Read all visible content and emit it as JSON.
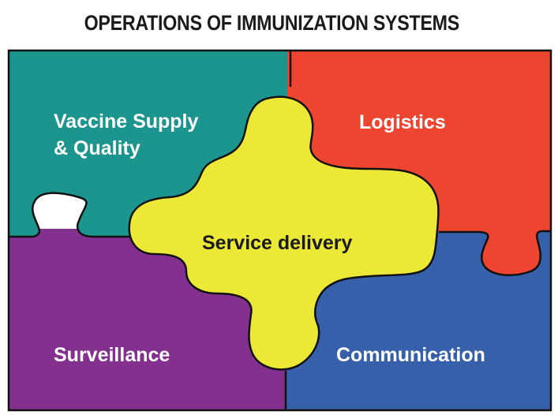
{
  "title": "OPERATIONS OF IMMUNIZATION SYSTEMS",
  "pieces": {
    "vaccine": {
      "label_line1": "Vaccine Supply",
      "label_line2": "& Quality",
      "color": "#1b958e"
    },
    "logistics": {
      "label": "Logistics",
      "color": "#ee4530"
    },
    "surveillance": {
      "label": "Surveillance",
      "color": "#84308f"
    },
    "communication": {
      "label": "Communication",
      "color": "#3760ab"
    },
    "service": {
      "label": "Service delivery",
      "color": "#ece936"
    }
  },
  "outline_color": "#111111"
}
